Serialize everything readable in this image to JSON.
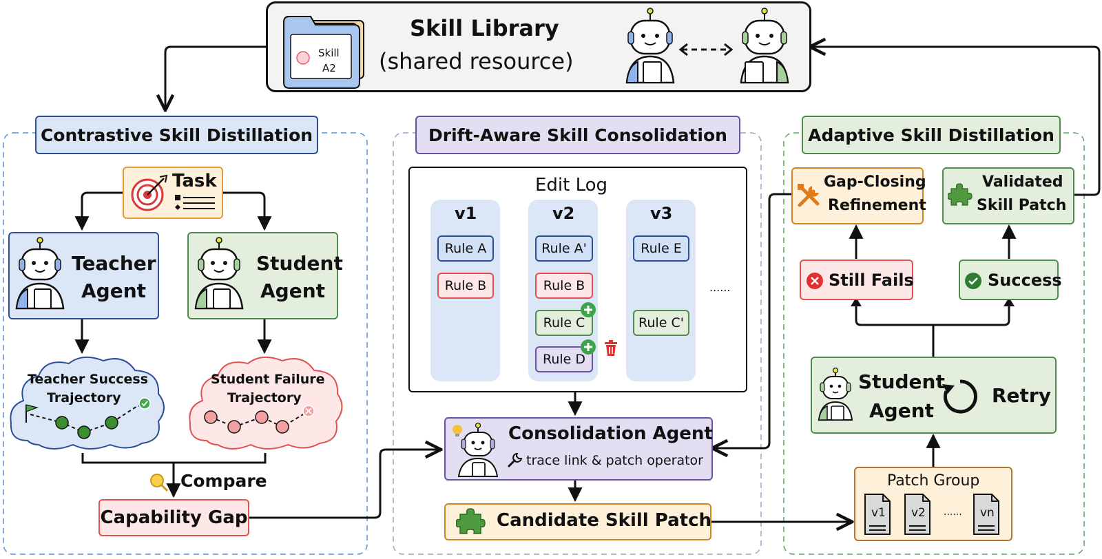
{
  "library": {
    "title": "Skill Library",
    "subtitle": "(shared resource)",
    "card_line1": "Skill",
    "card_line2": "A2"
  },
  "sections": {
    "contrastive": "Contrastive Skill Distillation",
    "drift": "Drift-Aware Skill Consolidation",
    "adaptive": "Adaptive Skill Distillation"
  },
  "contrastive": {
    "task": "Task",
    "teacher_line1": "Teacher",
    "teacher_line2": "Agent",
    "student_line1": "Student",
    "student_line2": "Agent",
    "teacher_traj_line1": "Teacher Success",
    "teacher_traj_line2": "Trajectory",
    "student_traj_line1": "Student Failure",
    "student_traj_line2": "Trajectory",
    "compare": "Compare",
    "gap": "Capability Gap"
  },
  "drift": {
    "edit_log": "Edit Log",
    "v1": "v1",
    "v2": "v2",
    "v3": "v3",
    "rule_a": "Rule A",
    "rule_b": "Rule B",
    "rule_a2": "Rule A'",
    "rule_b2": "Rule B",
    "rule_c": "Rule C",
    "rule_d": "Rule D",
    "rule_e": "Rule E",
    "rule_c2": "Rule C'",
    "ellipsis": "......",
    "consolidation": "Consolidation Agent",
    "consolidation_sub": "trace link & patch operator",
    "candidate": "Candidate Skill Patch"
  },
  "adaptive": {
    "gap_line1": "Gap-Closing",
    "gap_line2": "Refinement",
    "validated_line1": "Validated",
    "validated_line2": "Skill Patch",
    "still_fails": "Still Fails",
    "success": "Success",
    "student_line1": "Student",
    "student_line2": "Agent",
    "retry": "Retry",
    "patch_group": "Patch Group",
    "doc_v1": "v1",
    "doc_v2": "v2",
    "doc_vn": "vn",
    "doc_dots": "......"
  },
  "colors": {
    "blue_fill": "#dbe7f6",
    "blue_border": "#2b4f96",
    "green_fill": "#e3efdc",
    "green_border": "#4f8a4f",
    "purple_fill": "#e4def2",
    "purple_border": "#6a50a8",
    "orange_fill": "#fff0da",
    "orange_border": "#d4821f",
    "red_fill": "#fde7e7",
    "red_border": "#e05252"
  }
}
